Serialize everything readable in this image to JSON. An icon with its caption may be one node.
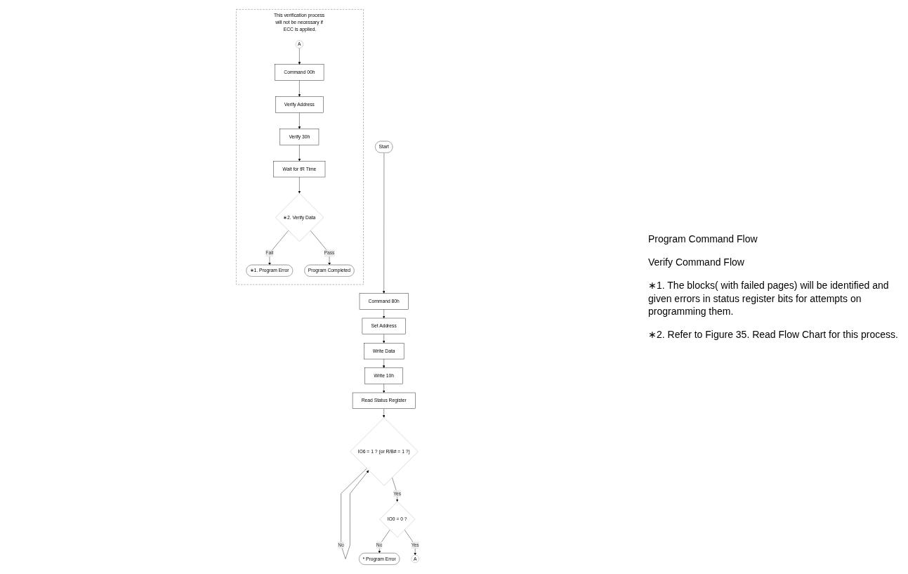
{
  "diagram": {
    "nodes": [
      {
        "text": [
          "Start"
        ]
      },
      {
        "text": [
          "Command 80h"
        ]
      },
      {
        "text": [
          "Set Address"
        ]
      },
      {
        "text": [
          "Write Data"
        ]
      },
      {
        "text": [
          "Write 10h"
        ]
      },
      {
        "text": [
          "Read Status Register"
        ]
      },
      {
        "text": [
          "IO6 = 1 ? (or R/B# = 1 ?)"
        ]
      },
      {
        "text": [
          "IO0 = 0 ?"
        ]
      },
      {
        "text": [
          "* Program Error"
        ]
      },
      {
        "text": [
          "A"
        ]
      },
      {
        "text": [
          "This verification process will not be necessary if ECC is applied."
        ]
      },
      {
        "text": [
          "A"
        ],
        "in": 10
      },
      {
        "text": [
          "Command 00h"
        ],
        "in": 10
      },
      {
        "text": [
          "Verify Address"
        ],
        "in": 10
      },
      {
        "text": [
          "Verify 30h"
        ],
        "in": 10
      },
      {
        "text": [
          "Wait for tR Time"
        ],
        "in": 10
      },
      {
        "text": [
          "∗2. Verify Data"
        ],
        "in": 10
      },
      {
        "text": [
          "∗1. Program Error"
        ],
        "in": 10
      },
      {
        "text": [
          "Program Completed"
        ],
        "in": 10
      }
    ],
    "edges": [
      {
        "from": 0,
        "to": 1,
        "arrow": "to"
      },
      {
        "from": 1,
        "to": 2,
        "arrow": "to"
      },
      {
        "from": 2,
        "to": 3,
        "arrow": "to"
      },
      {
        "from": 3,
        "to": 4,
        "arrow": "to"
      },
      {
        "from": 4,
        "to": 5,
        "arrow": "to"
      },
      {
        "from": 5,
        "to": 6,
        "arrow": "to"
      },
      {
        "from": 6,
        "to": 6,
        "label": "No",
        "arrow": "to"
      },
      {
        "from": 6,
        "to": 7,
        "label": "Yes",
        "arrow": "to"
      },
      {
        "from": 7,
        "to": 8,
        "label": "No",
        "arrow": "to"
      },
      {
        "from": 7,
        "to": 9,
        "label": "Yes",
        "arrow": "to"
      },
      {
        "from": 11,
        "to": 12,
        "arrow": "to"
      },
      {
        "from": 12,
        "to": 13,
        "arrow": "to"
      },
      {
        "from": 13,
        "to": 14,
        "arrow": "to"
      },
      {
        "from": 14,
        "to": 15,
        "arrow": "to"
      },
      {
        "from": 15,
        "to": 16,
        "arrow": "to"
      },
      {
        "from": 16,
        "to": 17,
        "label": "Fail",
        "arrow": "to"
      },
      {
        "from": 16,
        "to": 18,
        "label": "Pass",
        "arrow": "to"
      }
    ],
    "labels": [
      "Program Command Flow",
      "Verify Command Flow",
      "∗1. The blocks( with failed pages) will be identified and given errors in status register bits for attempts on programming them.",
      "∗2. Refer to Figure 35. Read Flow Chart for this process."
    ]
  }
}
